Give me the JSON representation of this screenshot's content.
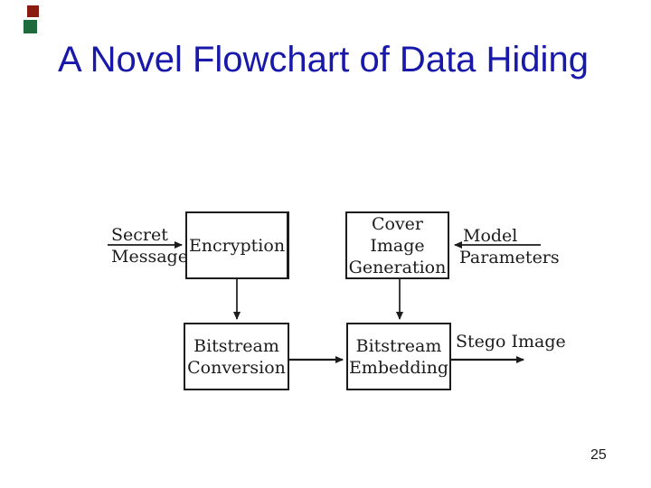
{
  "slide": {
    "title": "A Novel Flowchart of Data Hiding",
    "page_number": "25"
  },
  "colors": {
    "title_text": "#1818aa",
    "diagram_ink": "#1c1c1c",
    "accent_red": "#8a1b10",
    "accent_green": "#1d6b3c",
    "background": "#ffffff"
  },
  "flowchart": {
    "nodes": {
      "encryption": {
        "label": "Encryption"
      },
      "cover_image_generation": {
        "line1": "Cover Image",
        "line2": "Generation"
      },
      "bitstream_conversion": {
        "line1": "Bitstream",
        "line2": "Conversion"
      },
      "bitstream_embedding": {
        "line1": "Bitstream",
        "line2": "Embedding"
      }
    },
    "edge_labels": {
      "secret_message": {
        "line1": "Secret",
        "line2": "Message"
      },
      "model_parameters": {
        "line1": "Model",
        "line2": "Parameters"
      },
      "stego_image": "Stego Image"
    }
  }
}
